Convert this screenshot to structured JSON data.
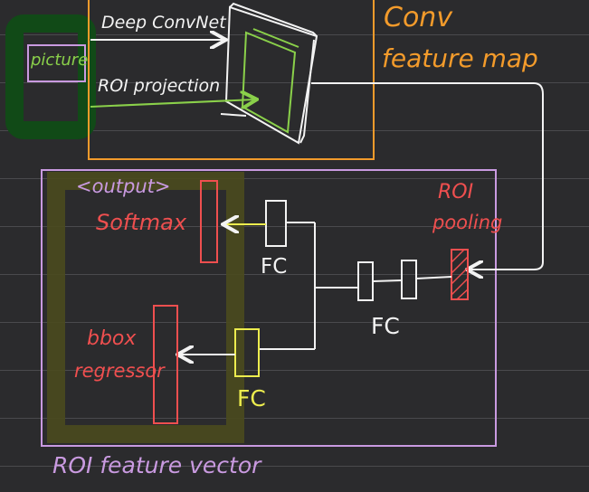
{
  "labels": {
    "picture": "picture",
    "deep_conv": "Deep ConvNet",
    "roi_projection": "ROI projection",
    "conv_feature_map": [
      "Conv",
      "feature map"
    ],
    "output": "<output>",
    "softmax": "Softmax",
    "roi_pooling": [
      "ROI",
      "pooling"
    ],
    "fc_top": "FC",
    "fc_middle": "FC",
    "fc_bottom": "FC",
    "bbox_regressor": [
      "bbox",
      "regressor"
    ],
    "roi_feature_vector": "ROI feature vector"
  },
  "colors": {
    "background": "#2b2b2d",
    "white": "#f3f3f3",
    "green": "#8ad04a",
    "dark_green_highlight": "#114a17",
    "orange": "#f39b2b",
    "red": "#ef4f4f",
    "purple": "#c99ae0",
    "yellow": "#ecec4e",
    "olive_highlight": "#4a4a1e"
  }
}
